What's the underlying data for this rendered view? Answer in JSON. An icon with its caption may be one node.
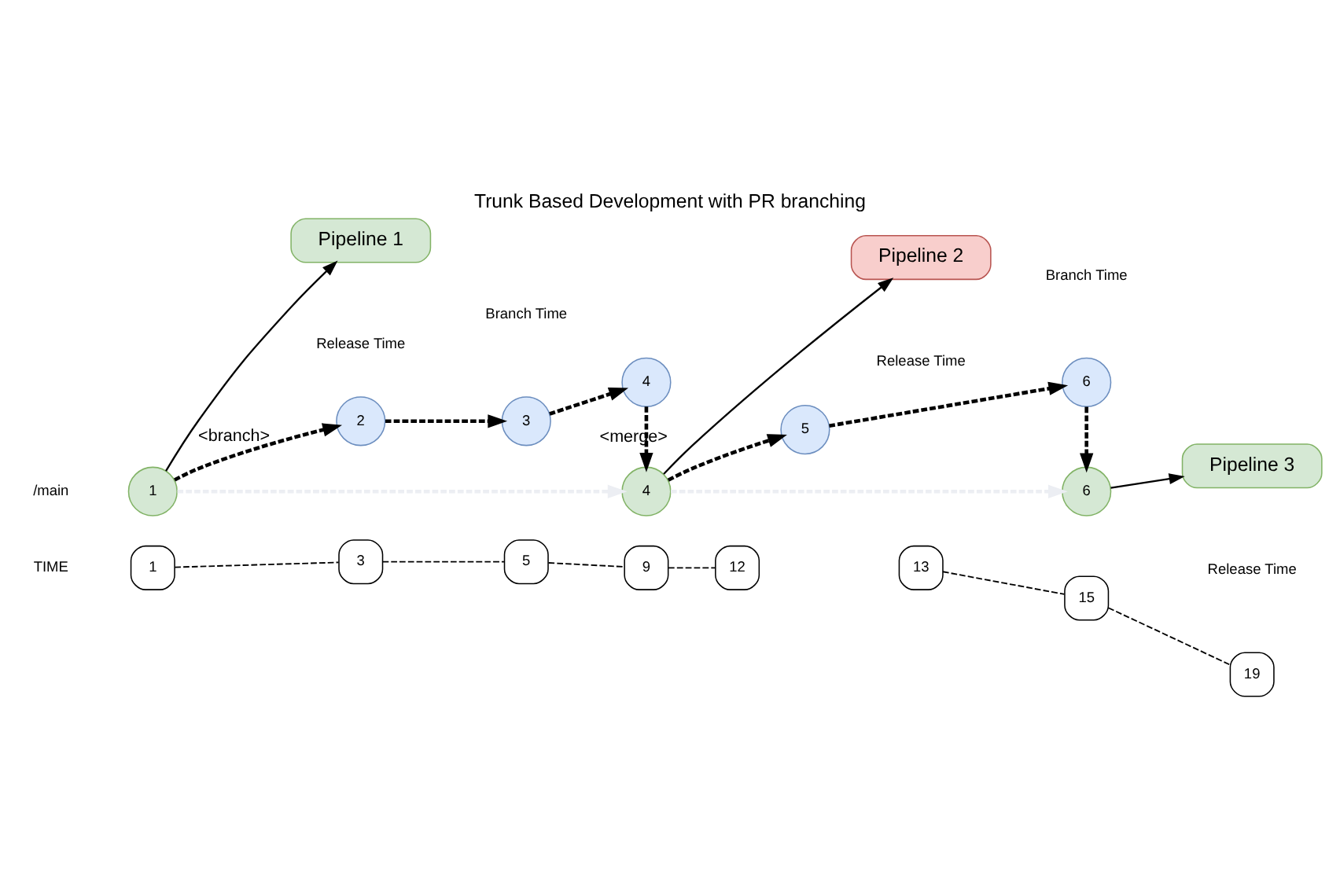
{
  "diagram": {
    "title": "Trunk Based Development with PR branching",
    "nodes": [
      {
        "text": [
          "1"
        ]
      },
      {
        "text": [
          "2"
        ]
      },
      {
        "text": [
          "3"
        ]
      },
      {
        "text": [
          "4"
        ]
      },
      {
        "text": [
          "5"
        ]
      },
      {
        "text": [
          "6"
        ]
      },
      {
        "text": [
          "4"
        ]
      },
      {
        "text": [
          "6"
        ]
      },
      {
        "text": [
          "Pipeline 1"
        ]
      },
      {
        "text": [
          "Pipeline 2"
        ]
      },
      {
        "text": [
          "Pipeline 3"
        ]
      },
      {
        "text": [
          "1"
        ]
      },
      {
        "text": [
          "3"
        ]
      },
      {
        "text": [
          "5"
        ]
      },
      {
        "text": [
          "9"
        ]
      },
      {
        "text": [
          "12"
        ]
      },
      {
        "text": [
          "13"
        ]
      },
      {
        "text": [
          "15"
        ]
      },
      {
        "text": [
          "19"
        ]
      }
    ],
    "edges": [
      {
        "from": 0,
        "to": 1,
        "arrow": "to",
        "label": "<branch>",
        "style": "dashed"
      },
      {
        "from": 1,
        "to": 2,
        "arrow": "to",
        "style": "dashed"
      },
      {
        "from": 2,
        "to": 3,
        "arrow": "to",
        "style": "dashed"
      },
      {
        "from": 3,
        "to": 6,
        "arrow": "to",
        "label": "<merge>",
        "style": "dashed"
      },
      {
        "from": 6,
        "to": 4,
        "arrow": "to",
        "style": "dashed"
      },
      {
        "from": 4,
        "to": 5,
        "arrow": "to",
        "style": "dashed"
      },
      {
        "from": 5,
        "to": 7,
        "arrow": "to",
        "style": "dashed"
      },
      {
        "from": 0,
        "to": 6,
        "arrow": "to",
        "style": "dashed",
        "color": "#eceef3"
      },
      {
        "from": 6,
        "to": 7,
        "arrow": "to",
        "style": "dashed",
        "color": "#eceef3"
      },
      {
        "from": 0,
        "to": 8,
        "arrow": "to"
      },
      {
        "from": 6,
        "to": 9,
        "arrow": "to"
      },
      {
        "from": 7,
        "to": 10,
        "arrow": "to"
      },
      {
        "from": 11,
        "to": 12,
        "arrow": "none",
        "style": "dashed"
      },
      {
        "from": 12,
        "to": 13,
        "arrow": "none",
        "style": "dashed"
      },
      {
        "from": 13,
        "to": 14,
        "arrow": "none",
        "style": "dashed"
      },
      {
        "from": 14,
        "to": 15,
        "arrow": "none",
        "style": "dashed"
      },
      {
        "from": 16,
        "to": 17,
        "arrow": "none",
        "style": "dashed"
      },
      {
        "from": 17,
        "to": 18,
        "arrow": "none",
        "style": "dashed"
      }
    ],
    "labels": [
      "Branch Time",
      "Branch Time",
      "/main",
      "Release Time",
      "Release Time",
      "Release Time",
      "TIME"
    ]
  }
}
